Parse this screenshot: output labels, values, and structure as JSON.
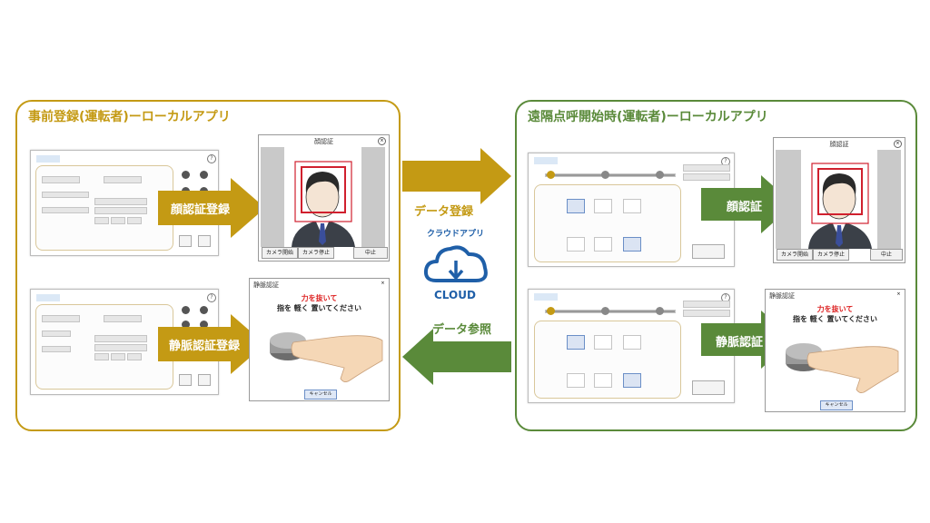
{
  "left_panel": {
    "title": "事前登録(運転者)ーローカルアプリ",
    "face_arrow_label": "顔認証登録",
    "vein_arrow_label": "静脈認証登録"
  },
  "right_panel": {
    "title": "遠隔点呼開始時(運転者)ーローカルアプリ",
    "face_arrow_label": "顔認証",
    "vein_arrow_label": "静脈認証"
  },
  "center": {
    "data_register_label": "データ登録",
    "cloud_app_label": "クラウドアプリ",
    "cloud_label": "CLOUD",
    "data_reference_label": "データ参照"
  },
  "face_dialog": {
    "title": "顔認証",
    "buttons": [
      "カメラ開始",
      "カメラ停止",
      "中止"
    ]
  },
  "vein_dialog": {
    "title": "静脈認証",
    "instruction_line1": "力を抜いて",
    "instruction_line2": "指を 軽く 置いてください",
    "cancel_label": "キャンセル"
  },
  "colors": {
    "gold": "#c49a14",
    "green": "#5a8a3a",
    "cloud_blue": "#1f5fa8",
    "face_box_red": "#d0202e"
  }
}
